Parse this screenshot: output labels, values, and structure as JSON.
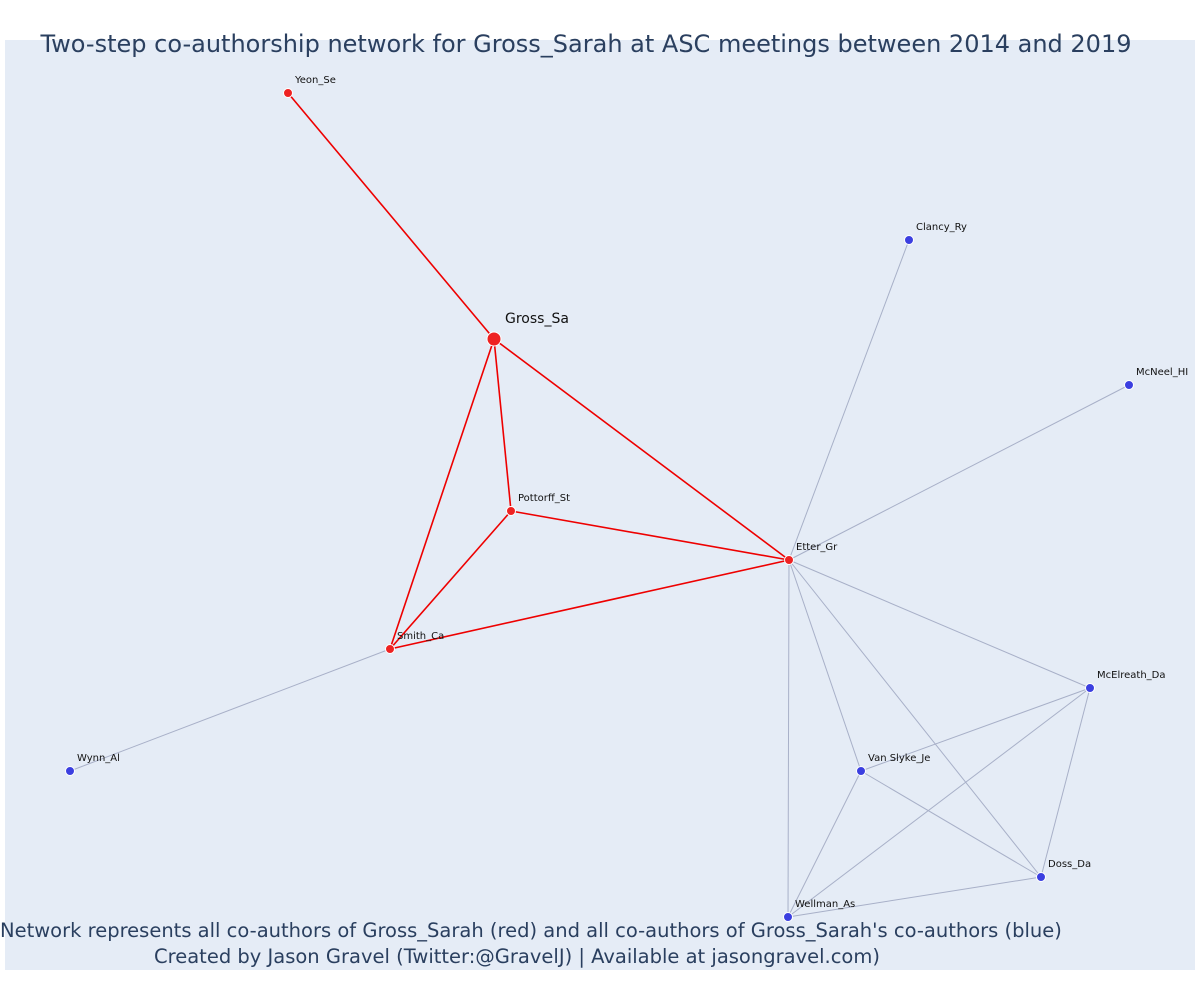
{
  "title": "Two-step co-authorship network for Gross_Sarah at ASC meetings between 2014 and 2019",
  "caption": {
    "line1": "Network represents all co-authors of Gross_Sarah (red) and all co-authors of Gross_Sarah's co-authors (blue)",
    "line2": "Created by Jason Gravel (Twitter:@GravelJ) | Available at jasongravel.com)"
  },
  "colors": {
    "first_degree": "#ee2222",
    "second_degree": "#3b3fe0",
    "first_edge": "#ee0000",
    "second_edge": "#a8b0c8",
    "background": "#e5ecf6"
  },
  "nodes": [
    {
      "id": "Gross_Sa",
      "group": "focal"
    },
    {
      "id": "Yeon_Se",
      "group": "first"
    },
    {
      "id": "Pottorff_St",
      "group": "first"
    },
    {
      "id": "Smith_Ca",
      "group": "first"
    },
    {
      "id": "Etter_Gr",
      "group": "first"
    },
    {
      "id": "Clancy_Ry",
      "group": "second"
    },
    {
      "id": "McNeel_HI",
      "group": "second"
    },
    {
      "id": "McElreath_Da",
      "group": "second"
    },
    {
      "id": "Van Slyke_Je",
      "group": "second"
    },
    {
      "id": "Doss_Da",
      "group": "second"
    },
    {
      "id": "Wellman_As",
      "group": "second"
    },
    {
      "id": "Wynn_Al",
      "group": "second"
    }
  ],
  "edges": [
    {
      "source": "Gross_Sa",
      "target": "Yeon_Se",
      "type": "first"
    },
    {
      "source": "Gross_Sa",
      "target": "Pottorff_St",
      "type": "first"
    },
    {
      "source": "Gross_Sa",
      "target": "Smith_Ca",
      "type": "first"
    },
    {
      "source": "Gross_Sa",
      "target": "Etter_Gr",
      "type": "first"
    },
    {
      "source": "Pottorff_St",
      "target": "Smith_Ca",
      "type": "first"
    },
    {
      "source": "Pottorff_St",
      "target": "Etter_Gr",
      "type": "first"
    },
    {
      "source": "Smith_Ca",
      "target": "Etter_Gr",
      "type": "first"
    },
    {
      "source": "Smith_Ca",
      "target": "Wynn_Al",
      "type": "second"
    },
    {
      "source": "Etter_Gr",
      "target": "Clancy_Ry",
      "type": "second"
    },
    {
      "source": "Etter_Gr",
      "target": "McNeel_HI",
      "type": "second"
    },
    {
      "source": "Etter_Gr",
      "target": "McElreath_Da",
      "type": "second"
    },
    {
      "source": "Etter_Gr",
      "target": "Van Slyke_Je",
      "type": "second"
    },
    {
      "source": "Etter_Gr",
      "target": "Doss_Da",
      "type": "second"
    },
    {
      "source": "Etter_Gr",
      "target": "Wellman_As",
      "type": "second"
    },
    {
      "source": "McElreath_Da",
      "target": "Van Slyke_Je",
      "type": "second"
    },
    {
      "source": "McElreath_Da",
      "target": "Doss_Da",
      "type": "second"
    },
    {
      "source": "McElreath_Da",
      "target": "Wellman_As",
      "type": "second"
    },
    {
      "source": "Van Slyke_Je",
      "target": "Doss_Da",
      "type": "second"
    },
    {
      "source": "Van Slyke_Je",
      "target": "Wellman_As",
      "type": "second"
    },
    {
      "source": "Doss_Da",
      "target": "Wellman_As",
      "type": "second"
    }
  ]
}
